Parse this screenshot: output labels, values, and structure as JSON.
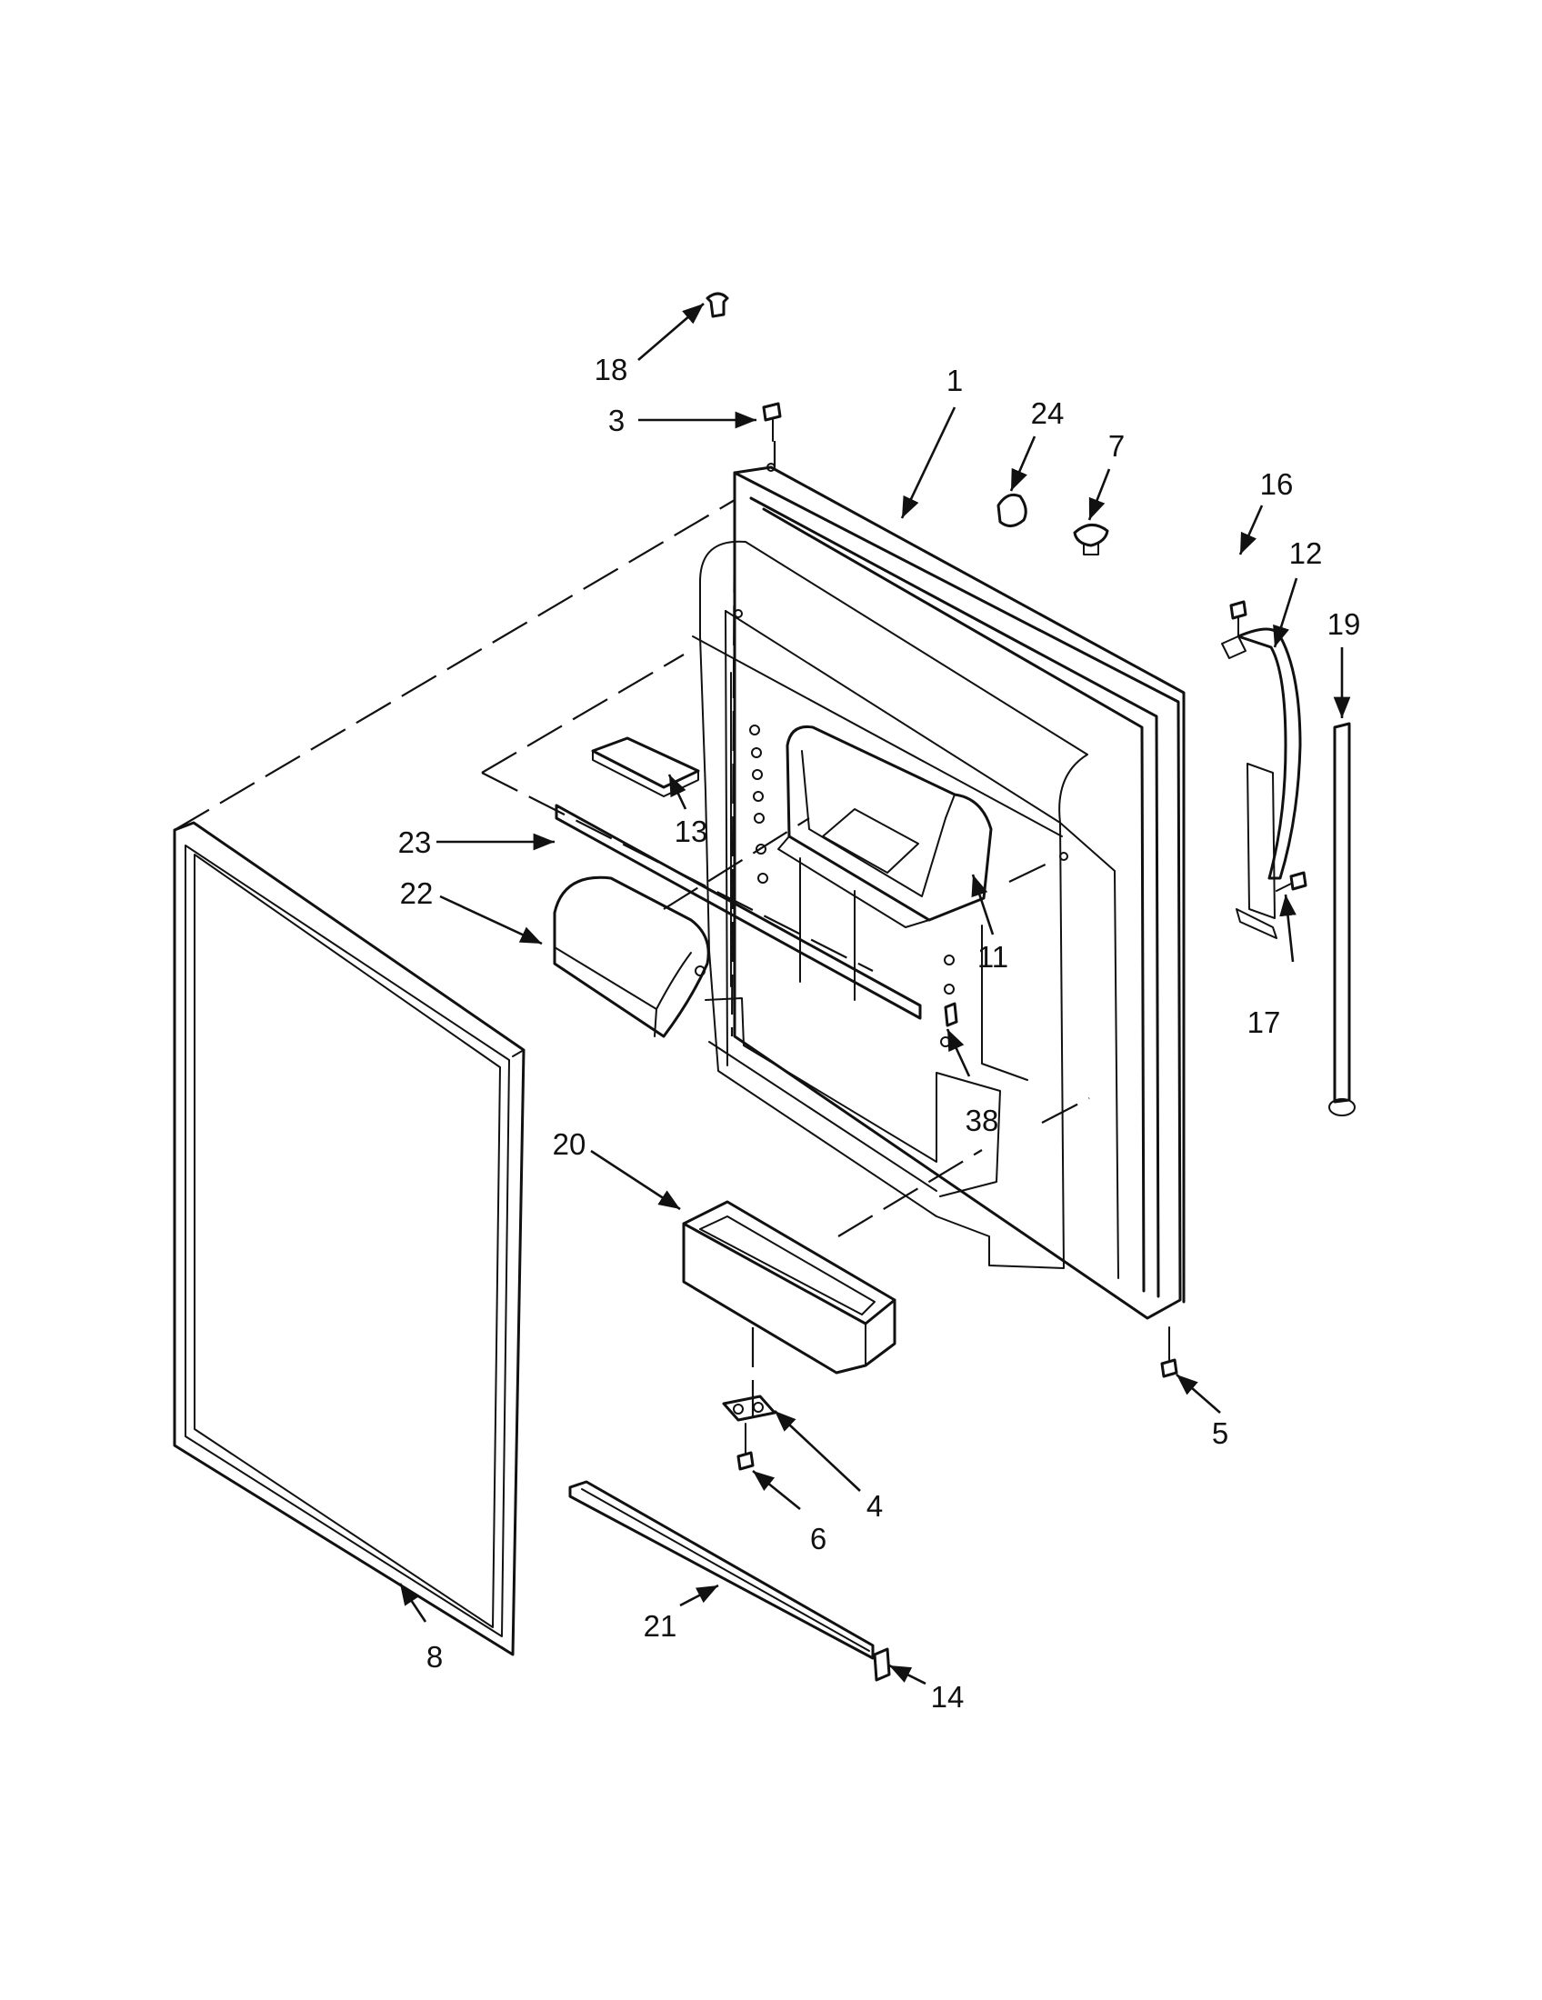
{
  "diagram": {
    "callouts": [
      "1",
      "3",
      "4",
      "5",
      "6",
      "7",
      "8",
      "11",
      "12",
      "13",
      "14",
      "16",
      "17",
      "18",
      "19",
      "20",
      "21",
      "22",
      "23",
      "24",
      "38"
    ]
  }
}
